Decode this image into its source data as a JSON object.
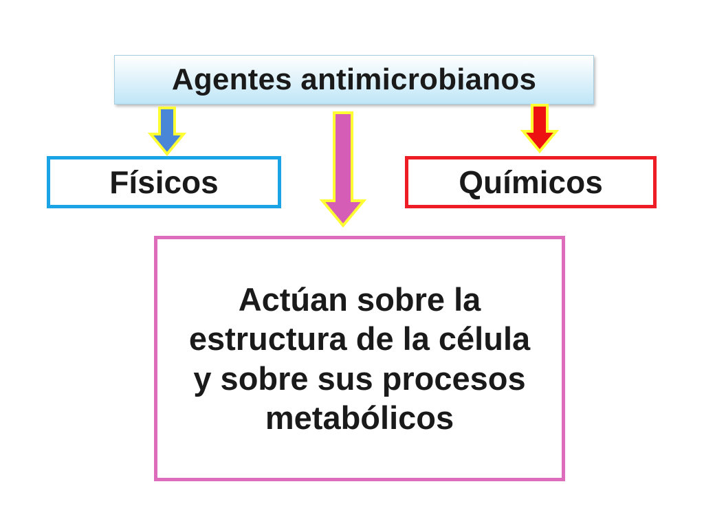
{
  "diagram": {
    "title": "Agentes antimicrobianos",
    "left_branch": {
      "label": "Físicos",
      "border_color": "#1aa4e6"
    },
    "right_branch": {
      "label": "Químicos",
      "border_color": "#ee1c24"
    },
    "center_description": {
      "text": "Actúan sobre la estructura de la célula y sobre sus procesos metabólicos",
      "border_color": "#dd6dbb"
    },
    "arrows": [
      {
        "name": "arrow-to-fisicos",
        "fill": "#4a86d8",
        "outline": "#ffff33",
        "direction": "down"
      },
      {
        "name": "arrow-to-description",
        "fill": "#d65db5",
        "outline": "#ffff33",
        "direction": "down"
      },
      {
        "name": "arrow-to-quimicos",
        "fill": "#ee1111",
        "outline": "#ffff33",
        "direction": "down"
      }
    ]
  }
}
